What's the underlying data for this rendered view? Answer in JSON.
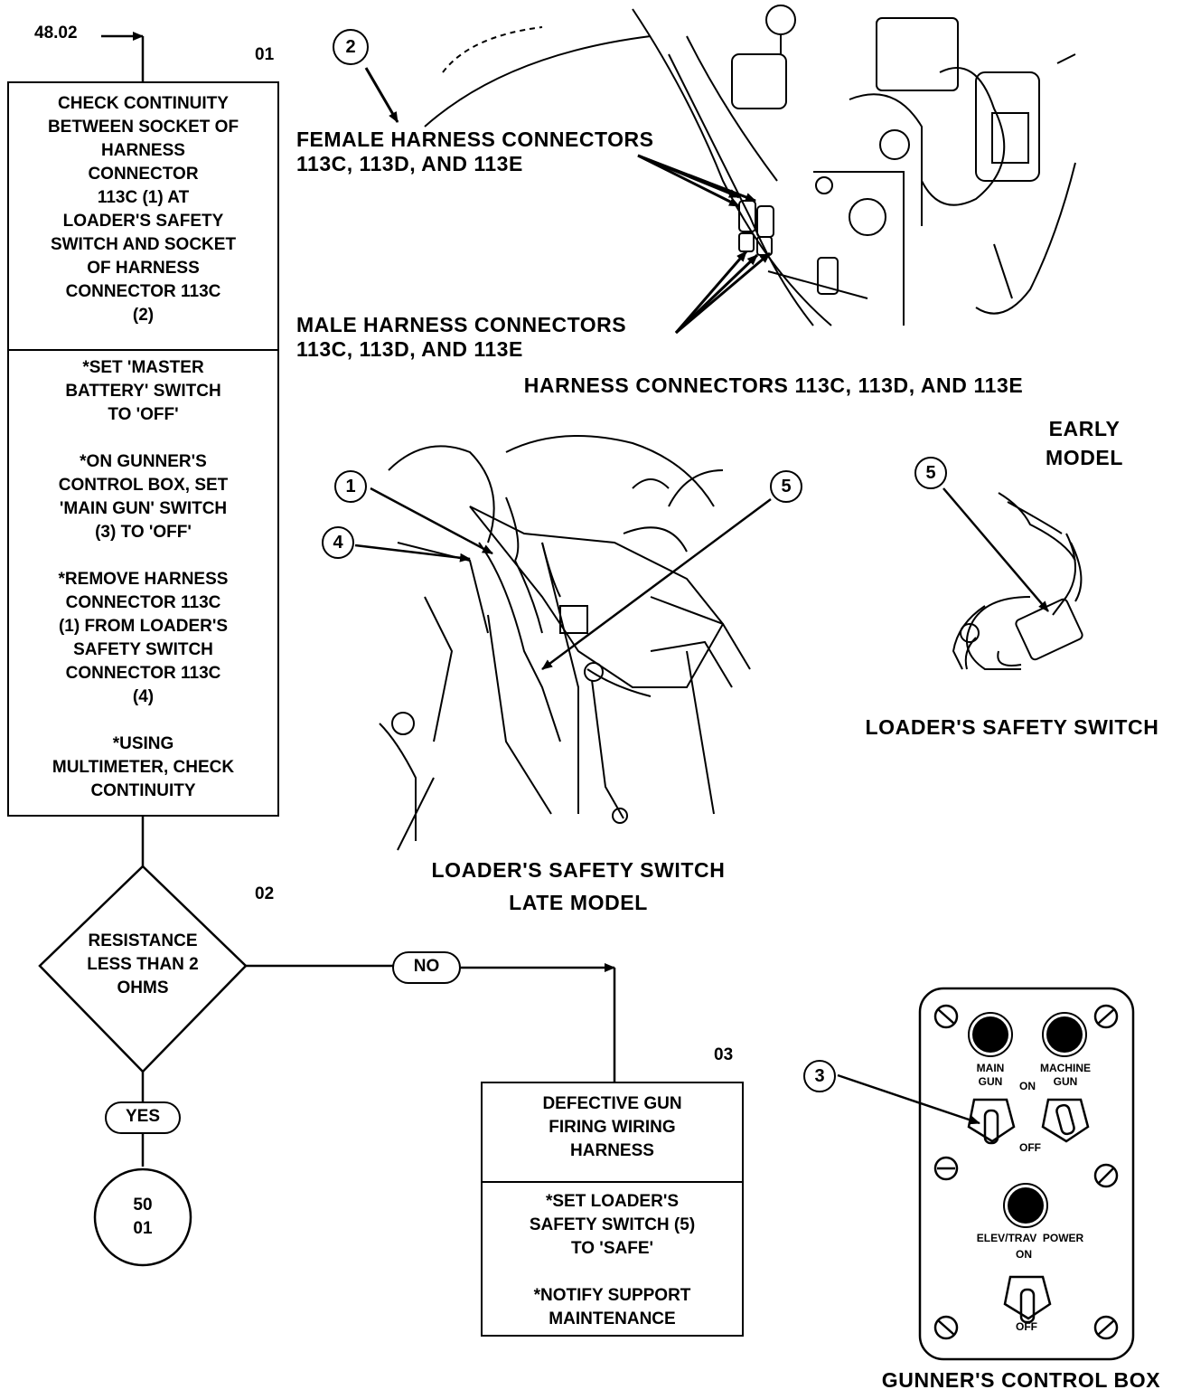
{
  "flow": {
    "entry_ref": "48.02",
    "step1": {
      "number": "01",
      "check": [
        "CHECK CONTINUITY",
        "BETWEEN SOCKET OF",
        "HARNESS",
        "CONNECTOR",
        "113C (1) AT",
        "LOADER'S SAFETY",
        "SWITCH AND SOCKET",
        "OF HARNESS",
        "CONNECTOR 113C",
        "(2)"
      ],
      "actions": [
        [
          "*SET 'MASTER",
          "BATTERY' SWITCH",
          "TO 'OFF'"
        ],
        [
          "*ON GUNNER'S",
          "CONTROL BOX, SET",
          "'MAIN GUN' SWITCH",
          "(3) TO 'OFF'"
        ],
        [
          "*REMOVE HARNESS",
          "CONNECTOR 113C",
          "(1) FROM LOADER'S",
          "SAFETY SWITCH",
          "CONNECTOR 113C",
          "(4)"
        ],
        [
          "*USING",
          "MULTIMETER, CHECK",
          "CONTINUITY"
        ]
      ]
    },
    "step2": {
      "number": "02",
      "question": [
        "RESISTANCE",
        "LESS THAN 2",
        "OHMS"
      ],
      "yes_label": "YES",
      "no_label": "NO",
      "yes_target": [
        "50",
        "01"
      ]
    },
    "step3": {
      "number": "03",
      "result": [
        "DEFECTIVE GUN",
        "FIRING WIRING",
        "HARNESS"
      ],
      "actions": [
        [
          "*SET LOADER'S",
          "SAFETY SWITCH (5)",
          "TO 'SAFE'"
        ],
        [
          "*NOTIFY SUPPORT",
          "MAINTENANCE"
        ]
      ]
    }
  },
  "figures": {
    "harness": {
      "female_label": [
        "FEMALE HARNESS CONNECTORS",
        "113C, 113D, AND 113E"
      ],
      "male_label": [
        "MALE HARNESS CONNECTORS",
        "113C, 113D, AND 113E"
      ],
      "caption": "HARNESS CONNECTORS 113C, 113D, AND 113E",
      "callout": "2"
    },
    "late_model": {
      "caption": [
        "LOADER'S SAFETY SWITCH",
        "LATE MODEL"
      ],
      "callouts": [
        "1",
        "4",
        "5"
      ]
    },
    "early_model": {
      "label": [
        "EARLY",
        "MODEL"
      ],
      "caption": "LOADER'S SAFETY SWITCH",
      "callout": "5"
    },
    "control_box": {
      "caption": "GUNNER'S CONTROL BOX",
      "callout": "3",
      "labels": {
        "main_gun": [
          "MAIN",
          "GUN"
        ],
        "machine_gun": [
          "MACHINE",
          "GUN"
        ],
        "on": "ON",
        "off": "OFF",
        "elev_trav": "ELEV/TRAV  POWER",
        "power_on": "ON",
        "power_off": "OFF"
      }
    }
  }
}
